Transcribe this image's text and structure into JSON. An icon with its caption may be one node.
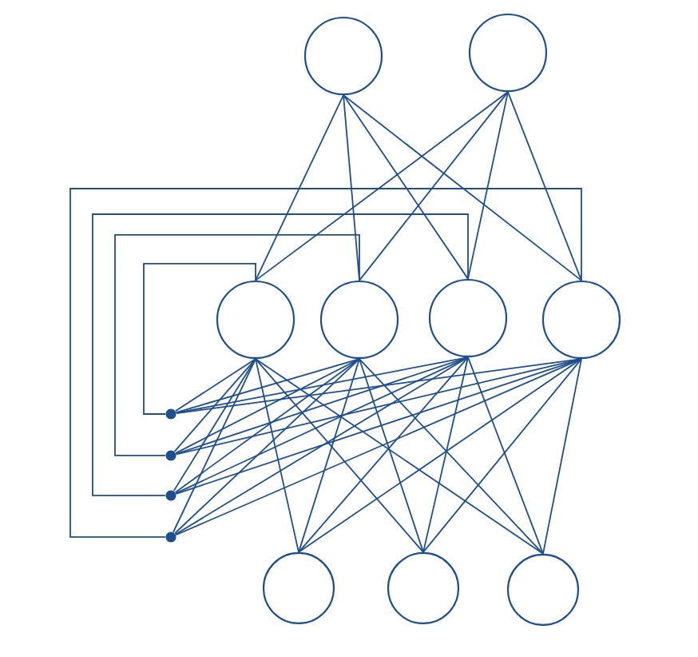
{
  "diagram": {
    "nodes": [
      {
        "text": [],
        "shape": "circle"
      },
      {
        "text": [],
        "shape": "circle"
      },
      {
        "text": [],
        "shape": "circle"
      },
      {
        "text": [],
        "shape": "circle"
      },
      {
        "text": [],
        "shape": "circle"
      },
      {
        "text": [],
        "shape": "circle"
      },
      {
        "text": [],
        "shape": "dot"
      },
      {
        "text": [],
        "shape": "dot"
      },
      {
        "text": [],
        "shape": "dot"
      },
      {
        "text": [],
        "shape": "dot"
      },
      {
        "text": [],
        "shape": "circle"
      },
      {
        "text": [],
        "shape": "circle"
      },
      {
        "text": [],
        "shape": "circle"
      }
    ],
    "edges": [
      {
        "from": 2,
        "to": 0,
        "arrow": "none"
      },
      {
        "from": 2,
        "to": 1,
        "arrow": "none"
      },
      {
        "from": 3,
        "to": 0,
        "arrow": "none"
      },
      {
        "from": 3,
        "to": 1,
        "arrow": "none"
      },
      {
        "from": 4,
        "to": 0,
        "arrow": "none"
      },
      {
        "from": 4,
        "to": 1,
        "arrow": "none"
      },
      {
        "from": 5,
        "to": 0,
        "arrow": "none"
      },
      {
        "from": 5,
        "to": 1,
        "arrow": "none"
      },
      {
        "from": 5,
        "to": 9,
        "arrow": "none"
      },
      {
        "from": 4,
        "to": 8,
        "arrow": "none"
      },
      {
        "from": 3,
        "to": 7,
        "arrow": "none"
      },
      {
        "from": 2,
        "to": 6,
        "arrow": "none"
      },
      {
        "from": 6,
        "to": 2,
        "arrow": "none"
      },
      {
        "from": 6,
        "to": 3,
        "arrow": "none"
      },
      {
        "from": 6,
        "to": 4,
        "arrow": "none"
      },
      {
        "from": 6,
        "to": 5,
        "arrow": "none"
      },
      {
        "from": 7,
        "to": 2,
        "arrow": "none"
      },
      {
        "from": 7,
        "to": 3,
        "arrow": "none"
      },
      {
        "from": 7,
        "to": 4,
        "arrow": "none"
      },
      {
        "from": 7,
        "to": 5,
        "arrow": "none"
      },
      {
        "from": 8,
        "to": 2,
        "arrow": "none"
      },
      {
        "from": 8,
        "to": 3,
        "arrow": "none"
      },
      {
        "from": 8,
        "to": 4,
        "arrow": "none"
      },
      {
        "from": 8,
        "to": 5,
        "arrow": "none"
      },
      {
        "from": 9,
        "to": 2,
        "arrow": "none"
      },
      {
        "from": 9,
        "to": 3,
        "arrow": "none"
      },
      {
        "from": 9,
        "to": 4,
        "arrow": "none"
      },
      {
        "from": 9,
        "to": 5,
        "arrow": "none"
      },
      {
        "from": 10,
        "to": 2,
        "arrow": "none"
      },
      {
        "from": 10,
        "to": 3,
        "arrow": "none"
      },
      {
        "from": 10,
        "to": 4,
        "arrow": "none"
      },
      {
        "from": 10,
        "to": 5,
        "arrow": "none"
      },
      {
        "from": 11,
        "to": 2,
        "arrow": "none"
      },
      {
        "from": 11,
        "to": 3,
        "arrow": "none"
      },
      {
        "from": 11,
        "to": 4,
        "arrow": "none"
      },
      {
        "from": 11,
        "to": 5,
        "arrow": "none"
      },
      {
        "from": 12,
        "to": 2,
        "arrow": "none"
      },
      {
        "from": 12,
        "to": 3,
        "arrow": "none"
      },
      {
        "from": 12,
        "to": 4,
        "arrow": "none"
      },
      {
        "from": 12,
        "to": 5,
        "arrow": "none"
      }
    ]
  }
}
